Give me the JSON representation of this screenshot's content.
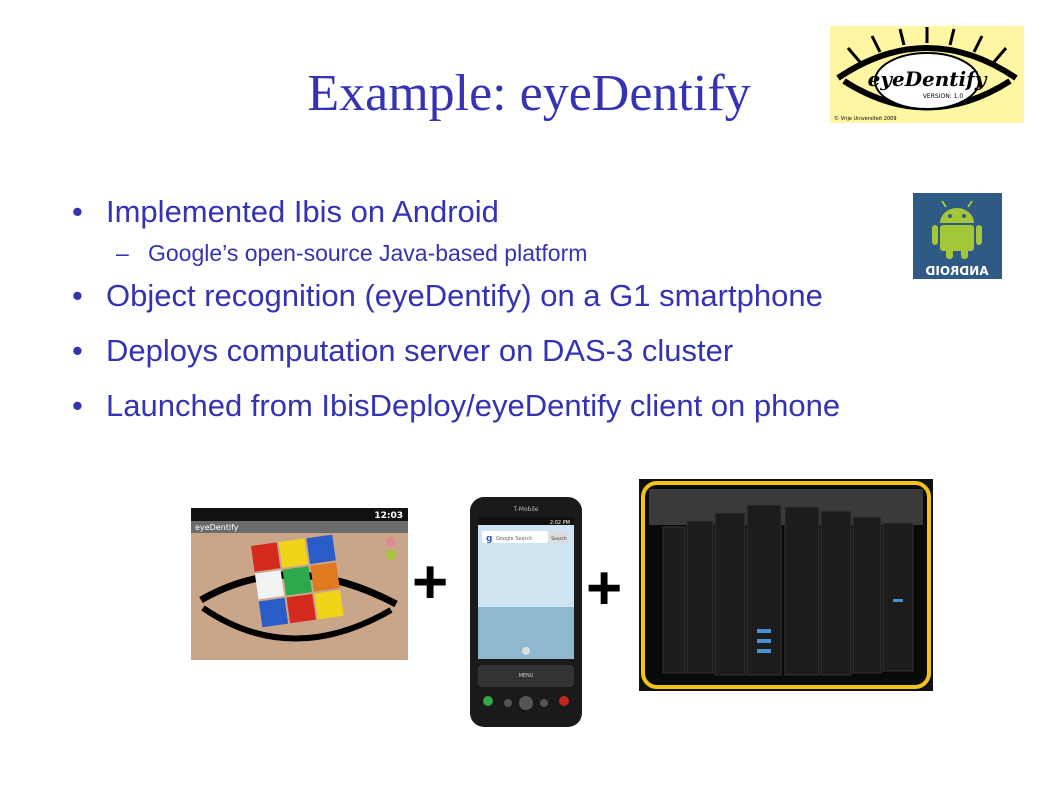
{
  "slide": {
    "title": "Example: eyeDentify",
    "bullets": [
      {
        "text": "Implemented  Ibis on Android",
        "sub": "Google’s open-source Java-based  platform"
      },
      {
        "text": "Object recognition (eyeDentify) on a G1 smartphone"
      },
      {
        "text": "Deploys computation server on DAS-3 cluster"
      },
      {
        "text": "Launched from IbisDeploy/eyeDentify client on phone"
      }
    ],
    "bullet_symbol": "•",
    "dash_symbol": "–",
    "plus_symbol": "+"
  },
  "logos": {
    "eyedentify_text": "eyeDentify",
    "eyedentify_version": "VERSION: 1.0",
    "eyedentify_copyright": "© Vrije Universiteit 2009",
    "android_text": "ANDROID"
  },
  "app_screenshot": {
    "app_name": "eyeDentify",
    "clock": "12:03"
  },
  "phone": {
    "carrier": "T-Mobile",
    "clock": "2:02 PM",
    "search_placeholder": "Google Search",
    "search_button": "Search",
    "menu_label": "MENU"
  },
  "colors": {
    "title": "#3333b3",
    "text": "#3333b3",
    "eye_logo_bg": "#fff6a3",
    "android_green": "#a4c639",
    "android_bg": "#2f5a86",
    "server_border": "#f2c319"
  }
}
